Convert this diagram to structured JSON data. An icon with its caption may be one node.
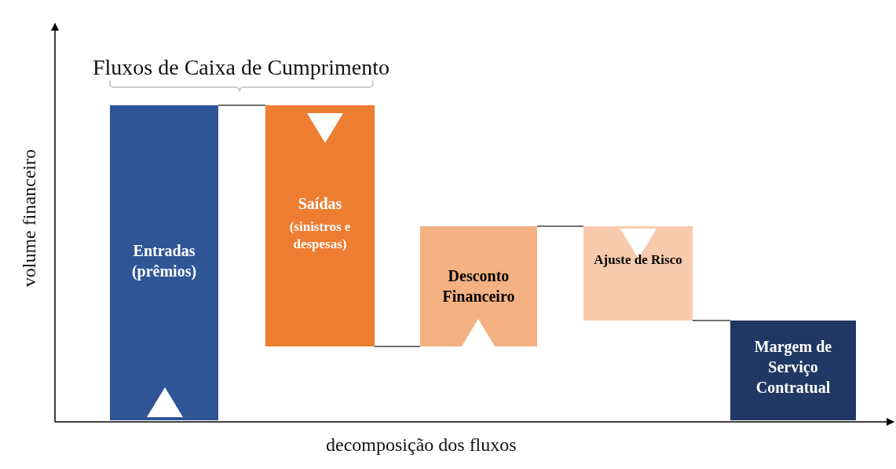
{
  "diagram": {
    "nodes": [
      {
        "text": [
          "Entradas (prêmios)"
        ]
      },
      {
        "text": [
          "Saídas",
          "(sinistros e despesas)"
        ]
      },
      {
        "text": [
          "Desconto Financeiro"
        ]
      },
      {
        "text": [
          "Ajuste de Risco"
        ]
      },
      {
        "text": [
          "Margem de Serviço Contratual"
        ]
      }
    ],
    "edges": [
      {
        "from": 0,
        "to": 1,
        "arrow": "none"
      },
      {
        "from": 1,
        "to": 2,
        "arrow": "none"
      },
      {
        "from": 2,
        "to": 3,
        "arrow": "none"
      },
      {
        "from": 3,
        "to": 4,
        "arrow": "none"
      }
    ],
    "labels": [
      "Fluxos de Caixa de Cumprimento",
      "volume financeiro",
      "decomposição dos fluxos"
    ]
  }
}
